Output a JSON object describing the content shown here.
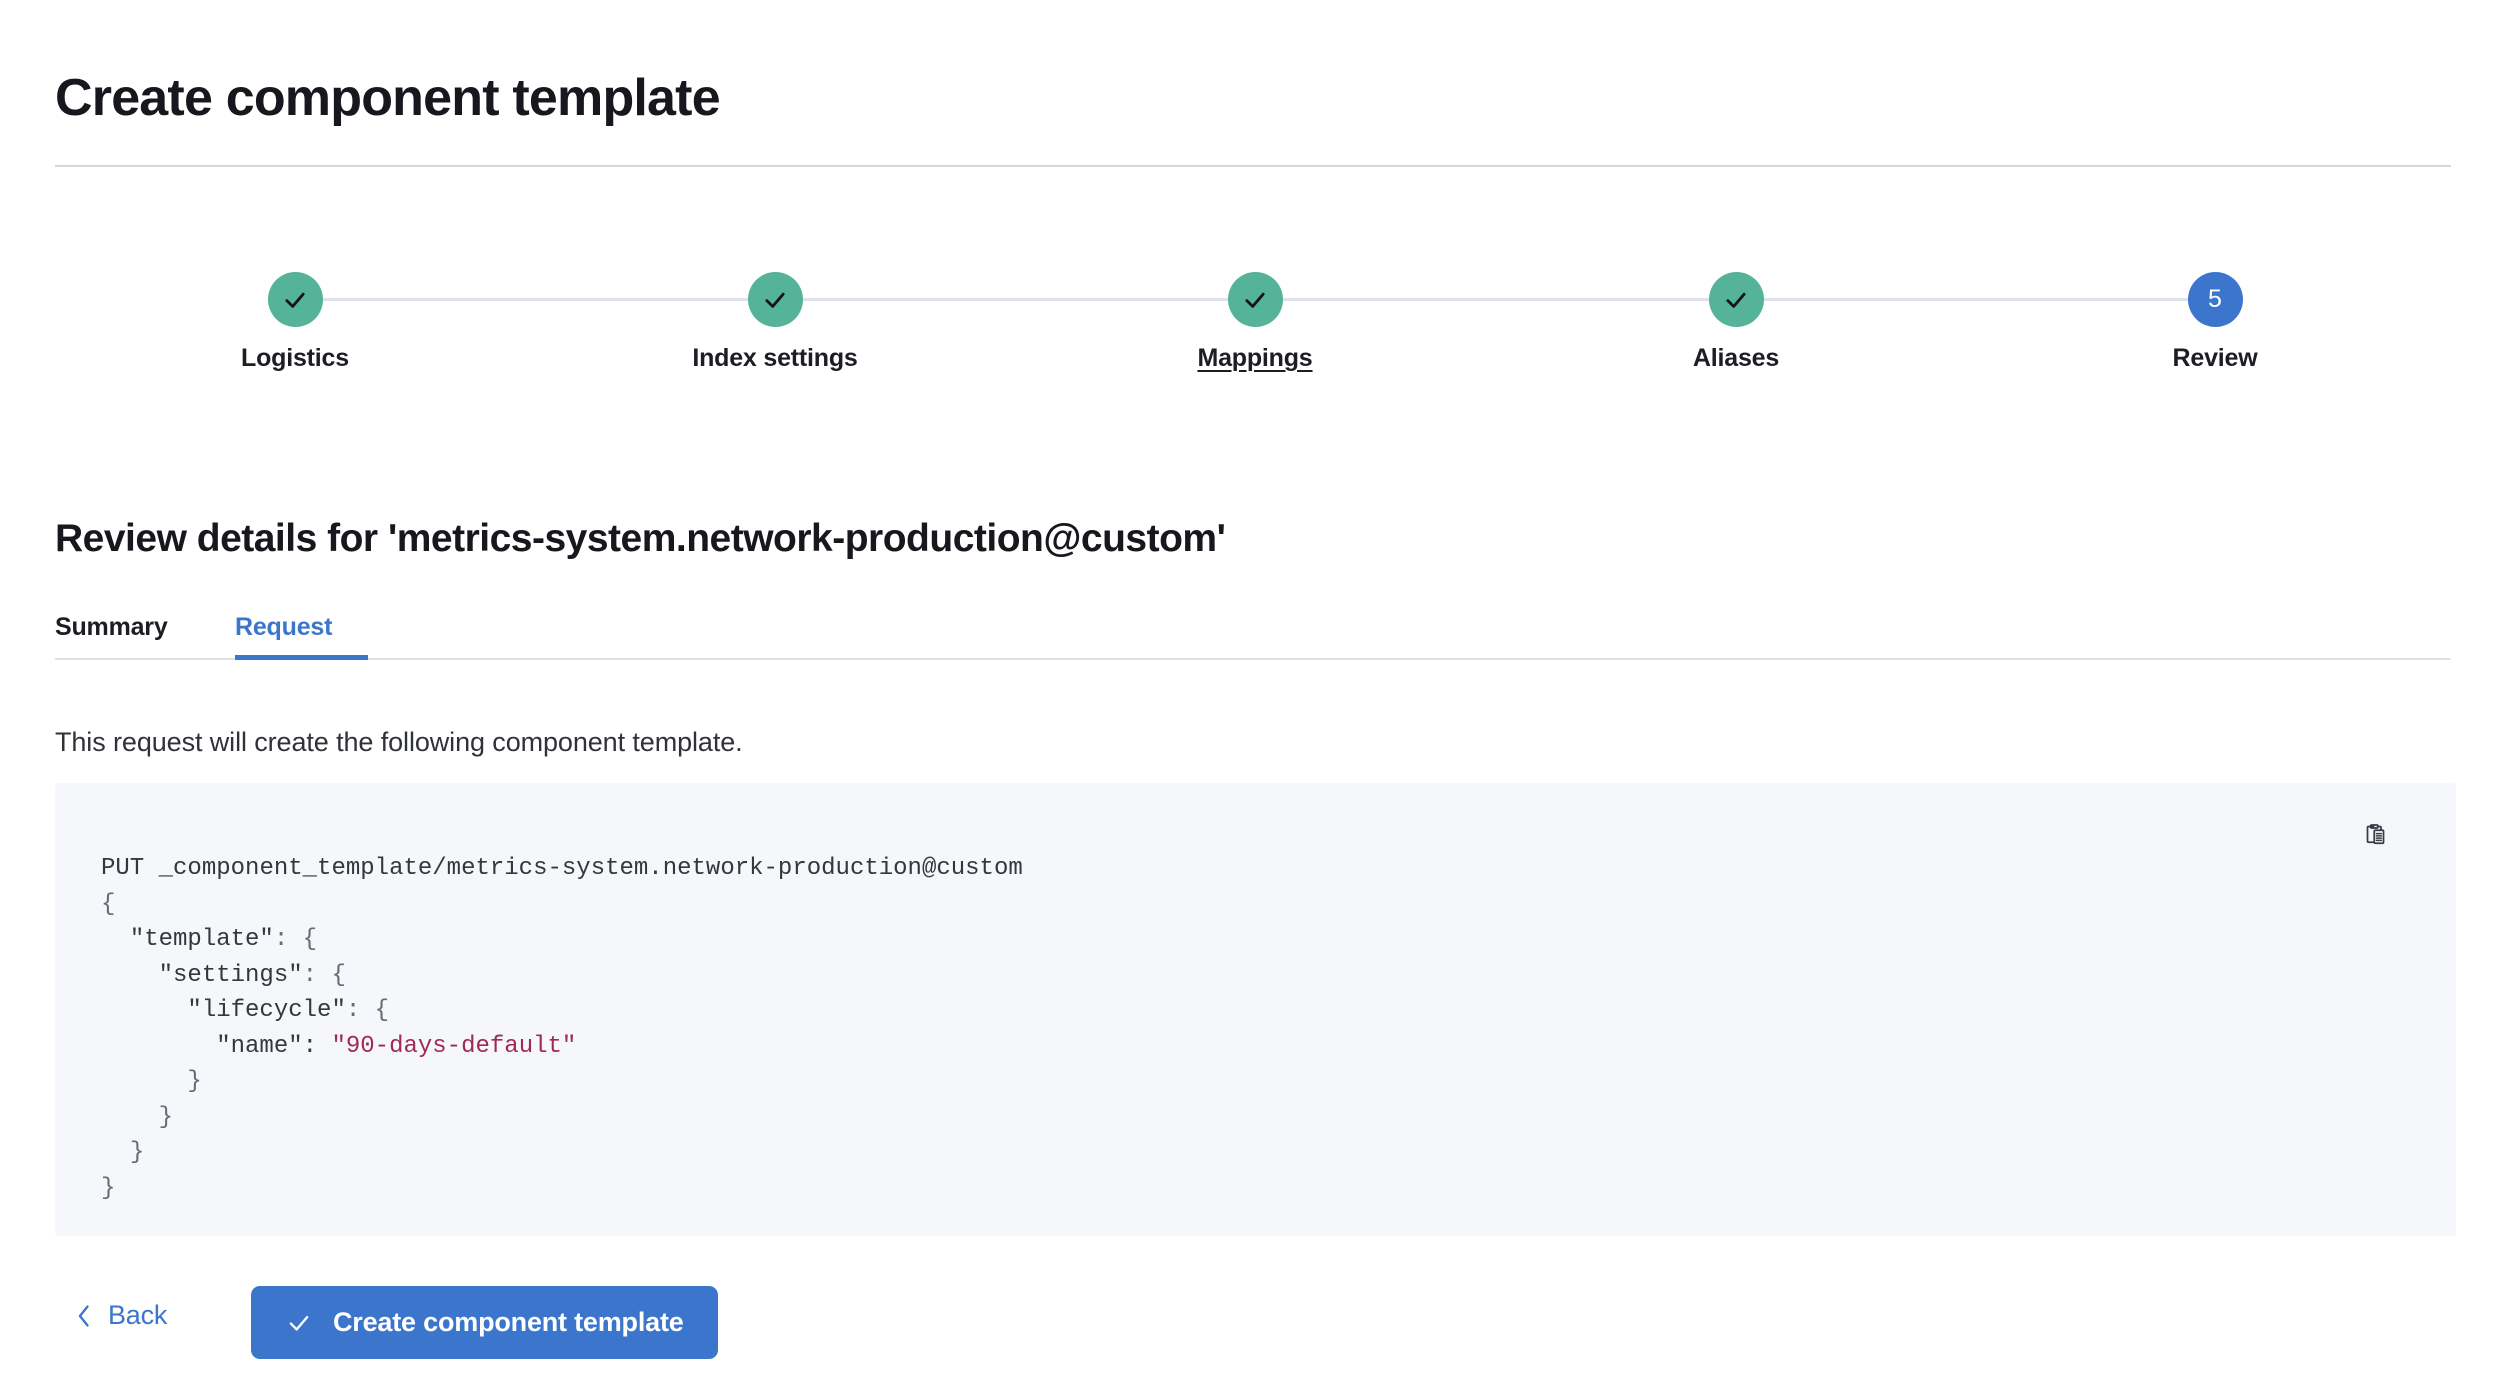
{
  "page": {
    "title": "Create component template"
  },
  "stepper": {
    "steps": [
      {
        "label": "Logistics",
        "state": "done",
        "indicator": "check-icon",
        "underlined": false
      },
      {
        "label": "Index settings",
        "state": "done",
        "indicator": "check-icon",
        "underlined": false
      },
      {
        "label": "Mappings",
        "state": "done",
        "indicator": "check-icon",
        "underlined": true
      },
      {
        "label": "Aliases",
        "state": "done",
        "indicator": "check-icon",
        "underlined": false
      },
      {
        "label": "Review",
        "state": "current",
        "indicator": "5",
        "underlined": false
      }
    ],
    "colors": {
      "done": "#54b399",
      "current": "#3b76cc",
      "connector": "#dde2ec"
    }
  },
  "review": {
    "heading": "Review details for 'metrics-system.network-production@custom'",
    "tabs": [
      {
        "label": "Summary",
        "active": false
      },
      {
        "label": "Request",
        "active": true
      }
    ],
    "description": "This request will create the following component template.",
    "accent_color": "#3b76cc"
  },
  "request": {
    "method": "PUT",
    "path": "_component_template/metrics-system.network-production@custom",
    "body_lines": [
      "{",
      "  \"template\": {",
      "    \"settings\": {",
      "      \"lifecycle\": {",
      "        \"name\": \"90-days-default\"",
      "      }",
      "    }",
      "  }",
      "}"
    ],
    "body_text": "PUT _component_template/metrics-system.network-production@custom\n{\n  \"template\": {\n    \"settings\": {\n      \"lifecycle\": {\n        \"name\": \"90-days-default\"\n      }\n    }\n  }\n}",
    "string_value": "90-days-default",
    "copy_icon": "clipboard-copy-icon",
    "panel_color": "#f6f7fb",
    "string_color": "#a02a56"
  },
  "footer": {
    "back_label": "Back",
    "back_icon": "chevron-left-icon",
    "create_label": "Create component template",
    "create_icon": "check-icon"
  }
}
